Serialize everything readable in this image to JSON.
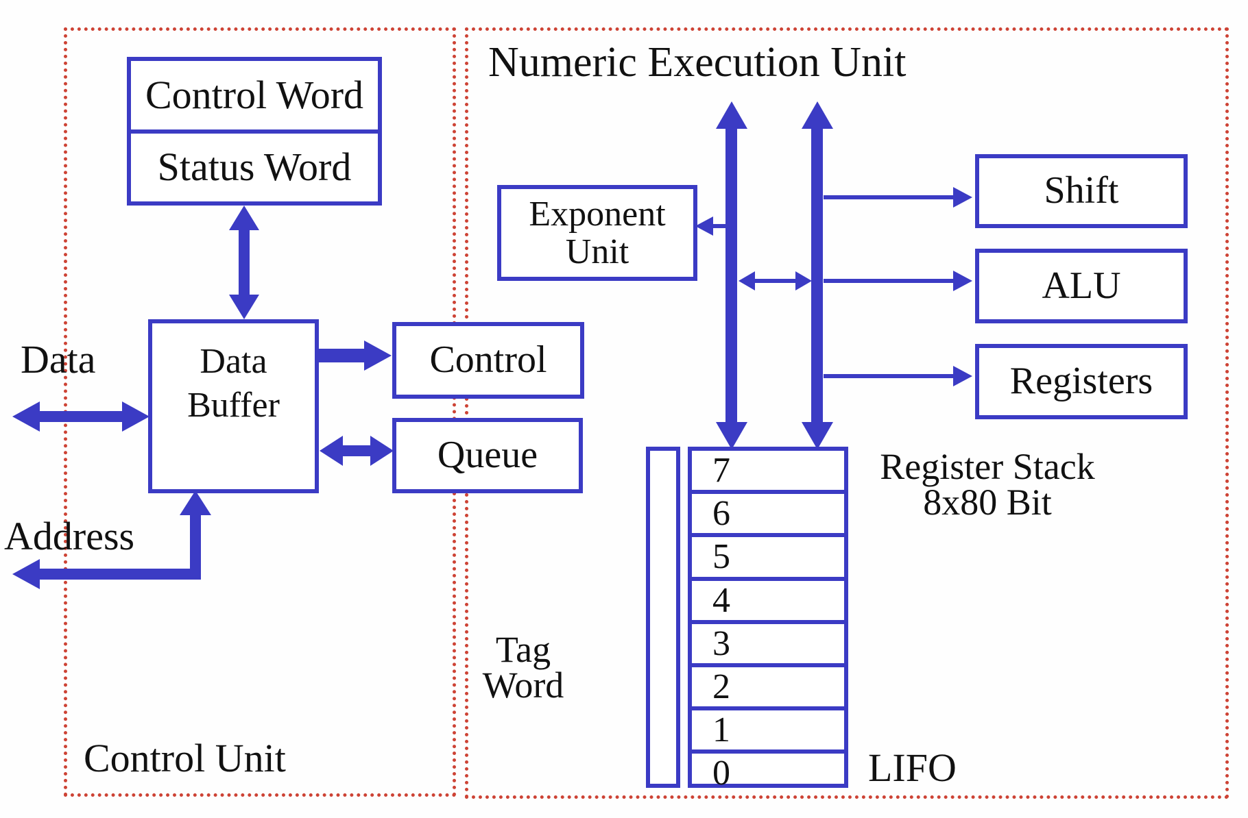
{
  "colors": {
    "blue": "#3b3bc4",
    "red": "#cd4335",
    "ink": "#111111",
    "bg": "#fefefe"
  },
  "labels": {
    "control_unit": "Control Unit",
    "control_word": "Control Word",
    "status_word": "Status Word",
    "data_buffer_line1": "Data",
    "data_buffer_line2": "Buffer",
    "control": "Control",
    "queue": "Queue",
    "data": "Data",
    "address": "Address",
    "neu_title": "Numeric Execution Unit",
    "exponent_line1": "Exponent",
    "exponent_line2": "Unit",
    "shift": "Shift",
    "alu": "ALU",
    "registers": "Registers",
    "register_stack_line1": "Register Stack",
    "register_stack_line2": "8x80 Bit",
    "tag_line1": "Tag",
    "tag_line2": "Word",
    "lifo": "LIFO"
  },
  "register_stack": {
    "cells": [
      "7",
      "6",
      "5",
      "4",
      "3",
      "2",
      "1",
      "0"
    ]
  }
}
